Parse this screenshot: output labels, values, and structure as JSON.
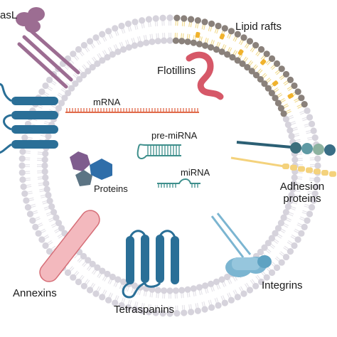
{
  "labels": {
    "fasl": "asL",
    "lipid_rafts": "Lipid rafts",
    "flotillins": "Flotillins",
    "mrna": "mRNA",
    "pre_mirna": "pre-miRNA",
    "mirna": "miRNA",
    "proteins": "Proteins",
    "adhesion_proteins_line1": "Adhesion",
    "adhesion_proteins_line2": "proteins",
    "annexins": "Annexins",
    "integrins": "Integrins",
    "tetraspanins": "Tetraspanins"
  },
  "colors": {
    "membrane_head": "#d6d3dc",
    "membrane_tail": "#e4e2e8",
    "raft_head": "#8a817b",
    "raft_tail": "#f1d98a",
    "cholesterol": "#f0b22c",
    "flotillin": "#d65868",
    "fasl": "#9c6d92",
    "tetraspanin": "#2a6f97",
    "rna": "#e06a4a",
    "hairpin": "#3e8f8c",
    "protein_purple": "#7f5c8e",
    "protein_blue": "#2f6ea9",
    "protein_slate": "#5c7484",
    "annexin_fill": "#f3b9be",
    "annexin_stroke": "#d56d76",
    "integrin": "#7bb5d1",
    "adhesion_dark": "#2b5f74",
    "adhesion_yellow": "#f4d27c"
  }
}
